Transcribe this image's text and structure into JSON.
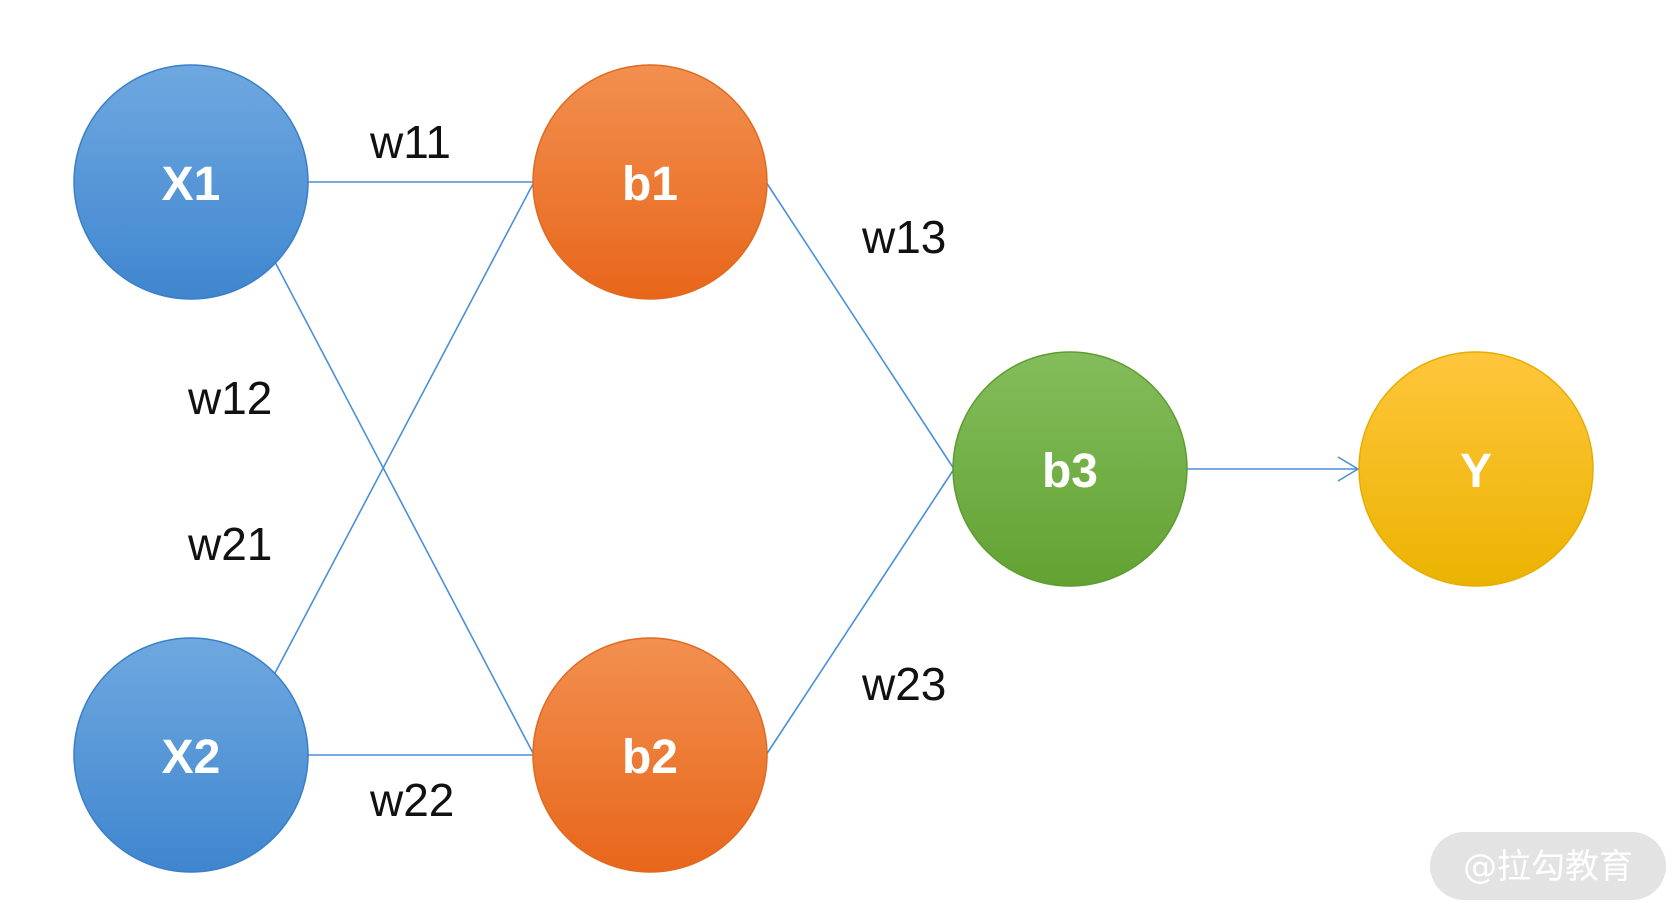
{
  "diagram": {
    "nodes": {
      "x1": {
        "label": "X1",
        "color_top": "#6fa8e0",
        "color_bottom": "#3f86cf"
      },
      "x2": {
        "label": "X2",
        "color_top": "#6fa8e0",
        "color_bottom": "#3f86cf"
      },
      "b1": {
        "label": "b1",
        "color_top": "#f29050",
        "color_bottom": "#e8661a"
      },
      "b2": {
        "label": "b2",
        "color_top": "#f29050",
        "color_bottom": "#e8661a"
      },
      "b3": {
        "label": "b3",
        "color_top": "#84bd5c",
        "color_bottom": "#62a232"
      },
      "y": {
        "label": "Y",
        "color_top": "#ffc63d",
        "color_bottom": "#ebb300"
      }
    },
    "weights": {
      "w11": "w11",
      "w12": "w12",
      "w21": "w21",
      "w22": "w22",
      "w13": "w13",
      "w23": "w23"
    },
    "edge_color": "#4a90d9"
  },
  "watermark": {
    "text": "@拉勾教育",
    "background": "#e3e3e3"
  }
}
